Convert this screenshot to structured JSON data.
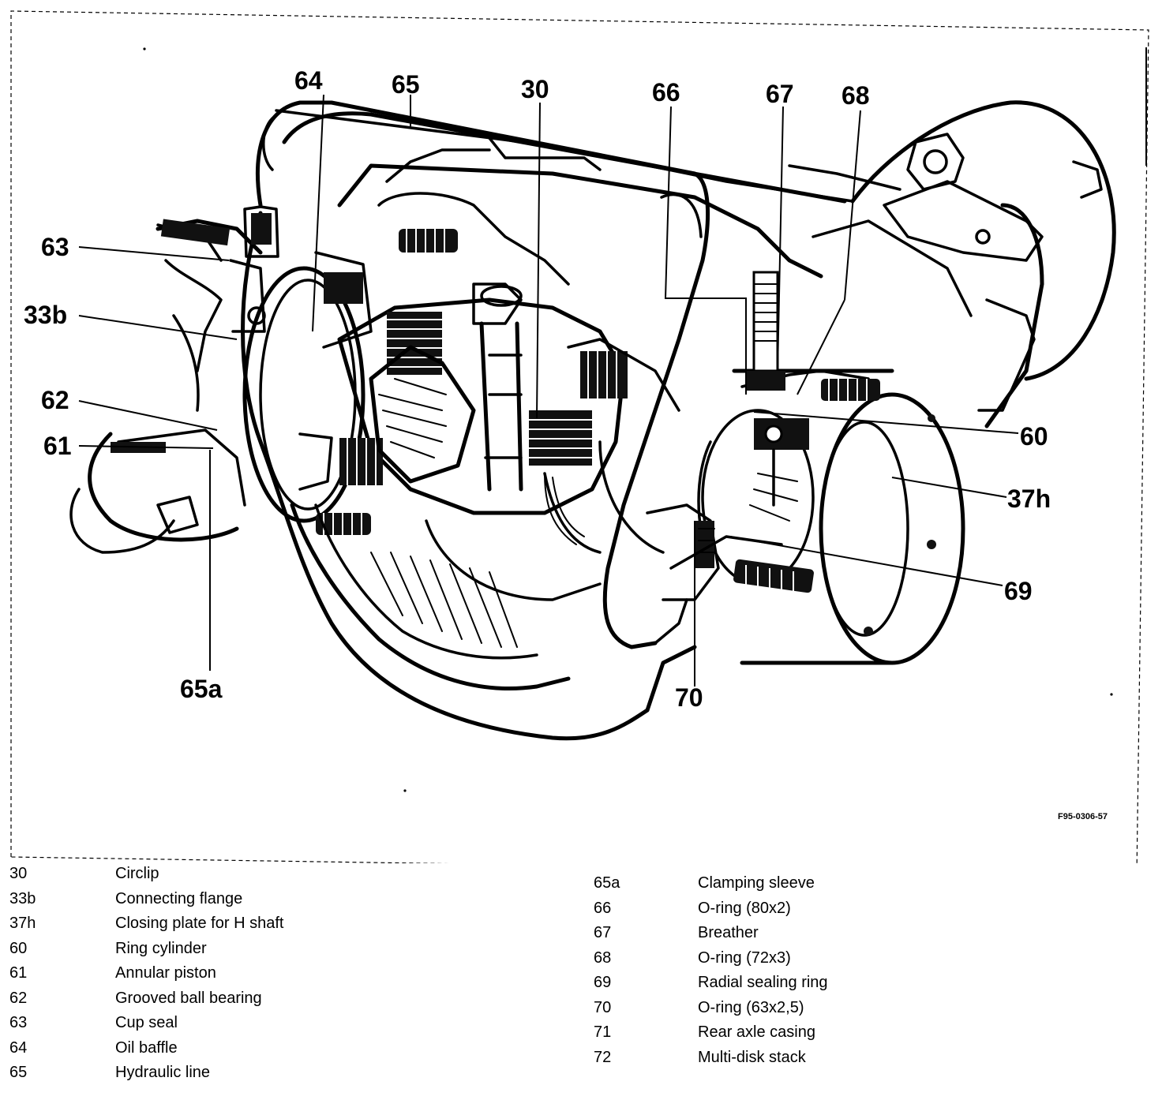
{
  "figure": {
    "reference": "F95-0306-57",
    "callouts": [
      {
        "id": "c64",
        "label": "64"
      },
      {
        "id": "c65",
        "label": "65"
      },
      {
        "id": "c30",
        "label": "30"
      },
      {
        "id": "c66",
        "label": "66"
      },
      {
        "id": "c67",
        "label": "67"
      },
      {
        "id": "c68",
        "label": "68"
      },
      {
        "id": "c63",
        "label": "63"
      },
      {
        "id": "c33b",
        "label": "33b"
      },
      {
        "id": "c62",
        "label": "62"
      },
      {
        "id": "c61",
        "label": "61"
      },
      {
        "id": "c60",
        "label": "60"
      },
      {
        "id": "c37h",
        "label": "37h"
      },
      {
        "id": "c69",
        "label": "69"
      },
      {
        "id": "c65a",
        "label": "65a"
      },
      {
        "id": "c70",
        "label": "70"
      }
    ]
  },
  "legend": {
    "left": [
      {
        "num": "30",
        "desc": "Circlip"
      },
      {
        "num": "33b",
        "desc": "Connecting flange"
      },
      {
        "num": "37h",
        "desc": "Closing plate for H shaft"
      },
      {
        "num": "60",
        "desc": "Ring cylinder"
      },
      {
        "num": "61",
        "desc": "Annular piston"
      },
      {
        "num": "62",
        "desc": "Grooved ball bearing"
      },
      {
        "num": "63",
        "desc": "Cup seal"
      },
      {
        "num": "64",
        "desc": "Oil baffle"
      },
      {
        "num": "65",
        "desc": "Hydraulic line"
      }
    ],
    "right": [
      {
        "num": "65a",
        "desc": "Clamping sleeve"
      },
      {
        "num": "66",
        "desc": "O-ring (80x2)"
      },
      {
        "num": "67",
        "desc": "Breather"
      },
      {
        "num": "68",
        "desc": "O-ring (72x3)"
      },
      {
        "num": "69",
        "desc": "Radial sealing ring"
      },
      {
        "num": "70",
        "desc": "O-ring (63x2,5)"
      },
      {
        "num": "71",
        "desc": "Rear axle casing"
      },
      {
        "num": "72",
        "desc": "Multi-disk stack"
      }
    ]
  }
}
